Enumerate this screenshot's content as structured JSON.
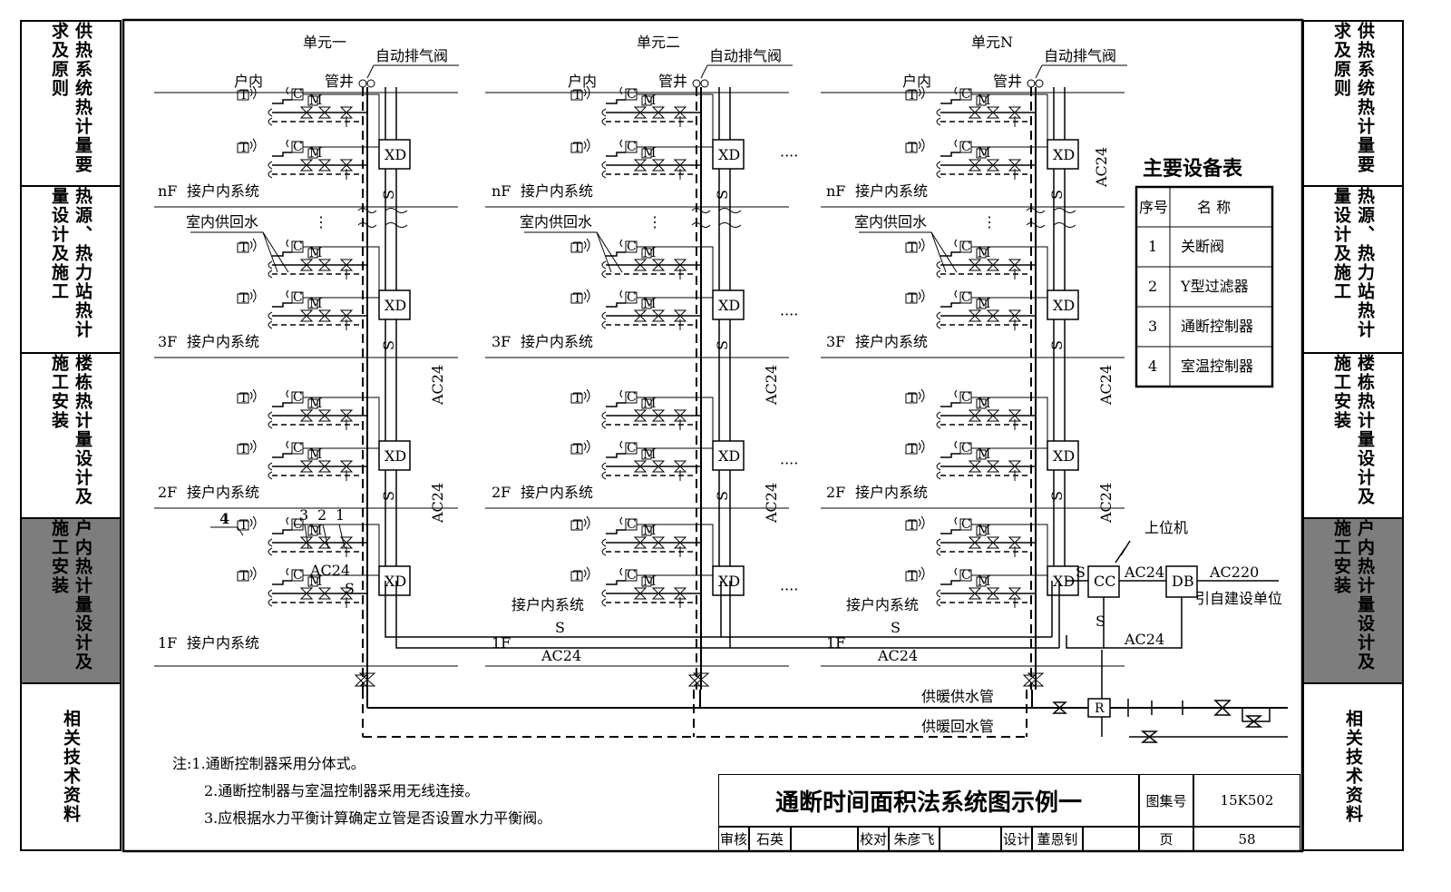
{
  "side_tabs_left": [
    {
      "label": "供热系统热计量要求及原则",
      "active": false
    },
    {
      "label": "热源、热力站热计量设计及施工",
      "active": false
    },
    {
      "label": "楼栋热计量设计及施工安装",
      "active": false
    },
    {
      "label": "户内热计量设计及施工安装",
      "active": true
    },
    {
      "label": "相关技术资料",
      "active": false
    }
  ],
  "side_tabs_right": [
    {
      "label": "供热系统热计量要求及原则",
      "active": false
    },
    {
      "label": "热源、热力站热计量设计及施工",
      "active": false
    },
    {
      "label": "楼栋热计量设计及施工安装",
      "active": false
    },
    {
      "label": "户内热计量设计及施工安装",
      "active": true
    },
    {
      "label": "相关技术资料",
      "active": false
    }
  ],
  "units": [
    {
      "name": "单元一",
      "valve": "自动排气阀",
      "indoor": "户内",
      "shaft": "管井"
    },
    {
      "name": "单元二",
      "valve": "自动排气阀",
      "indoor": "户内",
      "shaft": "管井"
    },
    {
      "name": "单元N",
      "valve": "自动排气阀",
      "indoor": "户内",
      "shaft": "管井"
    }
  ],
  "floors": [
    "nF",
    "3F",
    "2F",
    "1F"
  ],
  "labels": {
    "connect": "接户内系统",
    "indoor_supply_return": "室内供回水",
    "xd": "XD",
    "signal": "S",
    "ac24": "AC24",
    "ac220": "AC220",
    "dots_v": "⋮",
    "dots_h": "····",
    "host": "上位机",
    "cc": "CC",
    "db": "DB",
    "r": "R",
    "from_owner": "引自建设单位",
    "supply_pipe": "供暖供水管",
    "return_pipe": "供暖回水管",
    "callouts": [
      "4",
      "3",
      "2",
      "1"
    ],
    "room_ctrl": "T",
    "ctrl": "C",
    "motor": "M"
  },
  "equipment_table": {
    "title": "主要设备表",
    "headers": [
      "序号",
      "名 称"
    ],
    "rows": [
      {
        "no": "1",
        "name": "关断阀"
      },
      {
        "no": "2",
        "name": "Y型过滤器"
      },
      {
        "no": "3",
        "name": "通断控制器"
      },
      {
        "no": "4",
        "name": "室温控制器"
      }
    ]
  },
  "notes": [
    "注:1.通断控制器采用分体式。",
    "2.通断控制器与室温控制器采用无线连接。",
    "3.应根据水力平衡计算确定立管是否设置水力平衡阀。"
  ],
  "title_block": {
    "title": "通断时间面积法系统图示例一",
    "atlas_label": "图集号",
    "atlas_no": "15K502",
    "page_label": "页",
    "page_no": "58",
    "review_label": "审核",
    "reviewer": "石英",
    "check_label": "校对",
    "checker": "朱彦飞",
    "design_label": "设计",
    "designer": "董恩钊"
  }
}
